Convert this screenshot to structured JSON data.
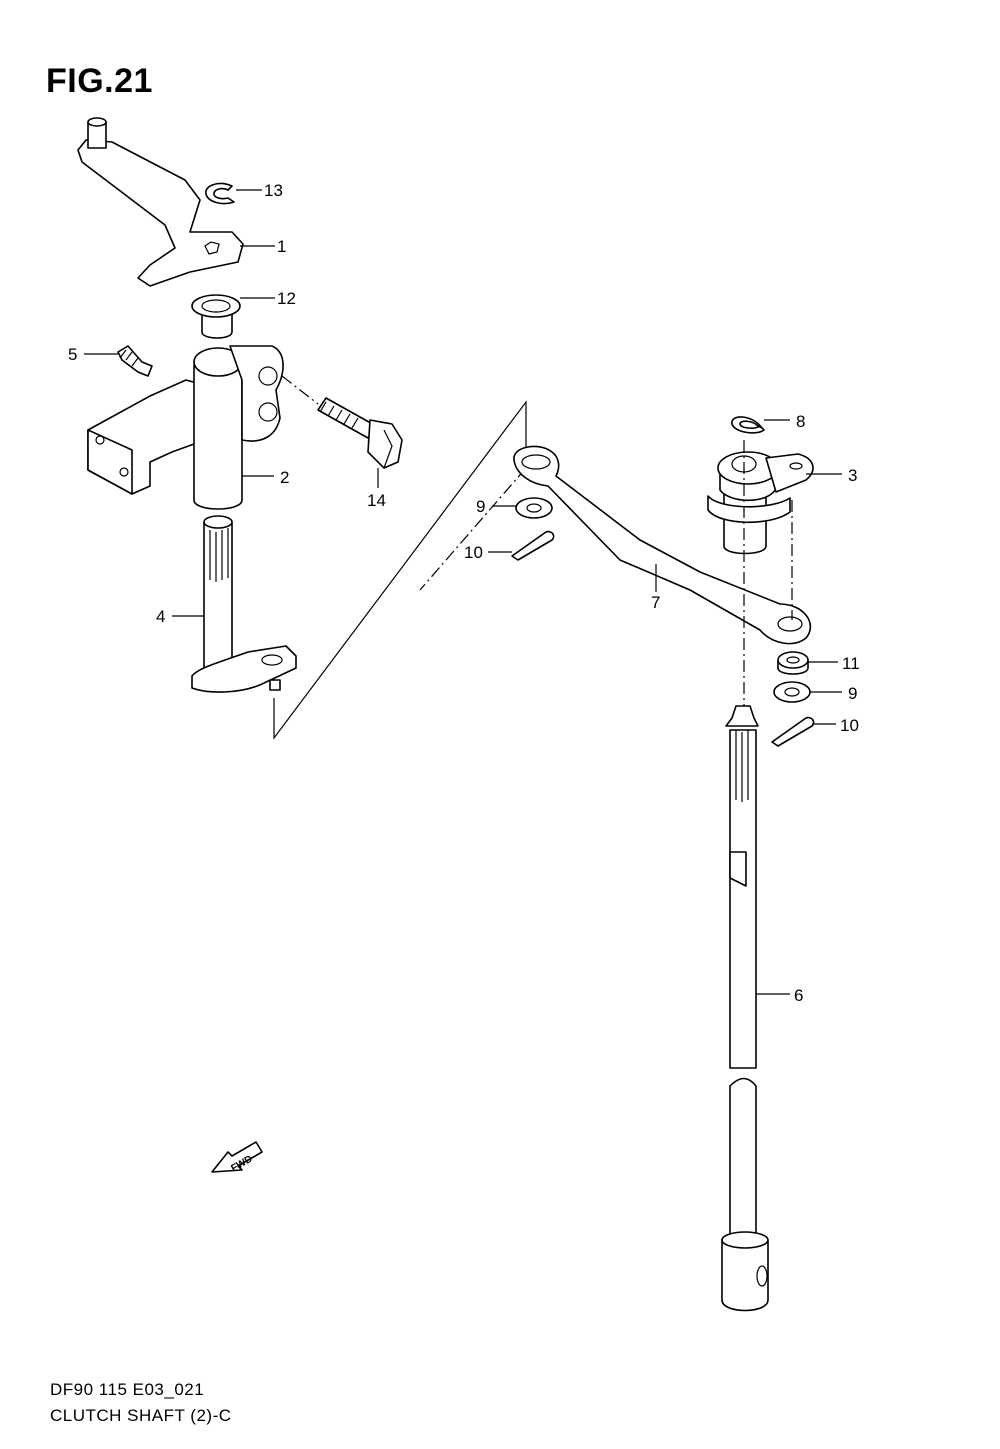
{
  "figure": {
    "title": "FIG.21",
    "code": "DF90 115 E03_021",
    "name": "CLUTCH SHAFT (2)-C"
  },
  "fwd_arrow": {
    "label": "FWD"
  },
  "callouts": [
    {
      "id": "c13",
      "label": "13"
    },
    {
      "id": "c1",
      "label": "1"
    },
    {
      "id": "c12",
      "label": "12"
    },
    {
      "id": "c5",
      "label": "5"
    },
    {
      "id": "c2",
      "label": "2"
    },
    {
      "id": "c14",
      "label": "14"
    },
    {
      "id": "c4",
      "label": "4"
    },
    {
      "id": "c8",
      "label": "8"
    },
    {
      "id": "c3",
      "label": "3"
    },
    {
      "id": "c9a",
      "label": "9"
    },
    {
      "id": "c10a",
      "label": "10"
    },
    {
      "id": "c7",
      "label": "7"
    },
    {
      "id": "c11",
      "label": "11"
    },
    {
      "id": "c9b",
      "label": "9"
    },
    {
      "id": "c10b",
      "label": "10"
    },
    {
      "id": "c6",
      "label": "6"
    }
  ]
}
